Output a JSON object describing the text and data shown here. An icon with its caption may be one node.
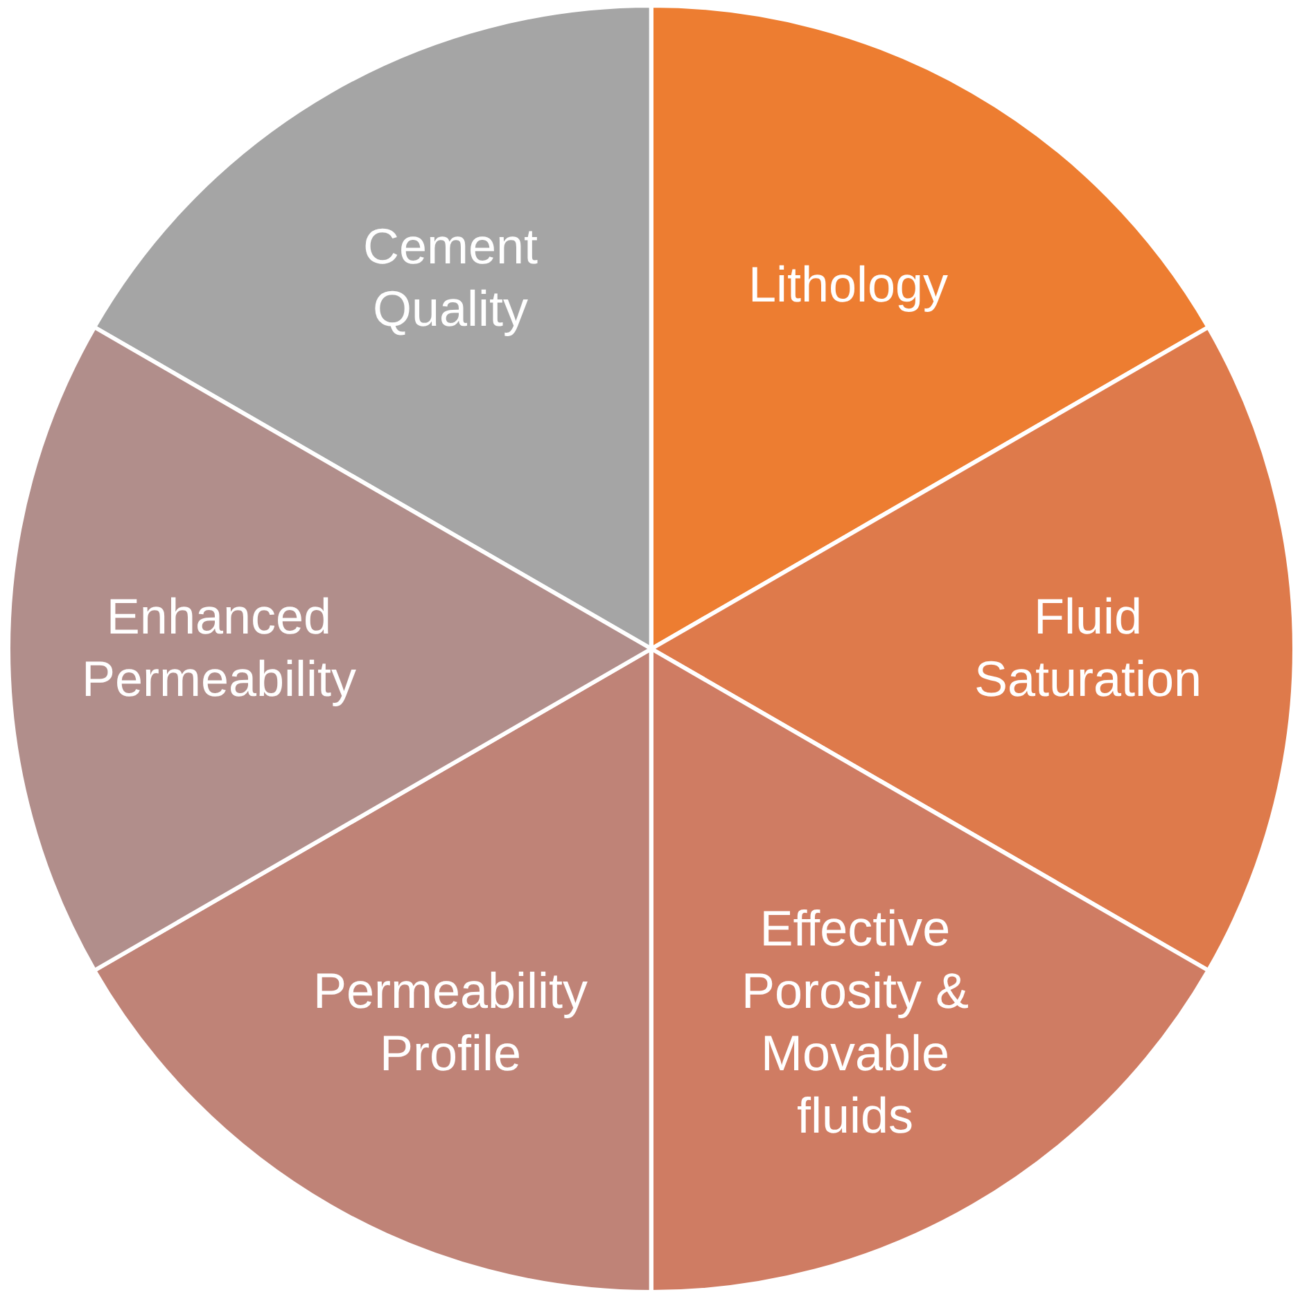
{
  "diagram": {
    "nodes": [
      {
        "text": [
          "Cement Quality"
        ]
      },
      {
        "text": [
          "Lithology"
        ]
      },
      {
        "text": [
          "Fluid Saturation"
        ]
      },
      {
        "text": [
          "Effective Porosity & Movable fluids"
        ]
      },
      {
        "text": [
          "Permeability Profile"
        ]
      },
      {
        "text": [
          "Enhanced Permeability"
        ]
      }
    ]
  }
}
